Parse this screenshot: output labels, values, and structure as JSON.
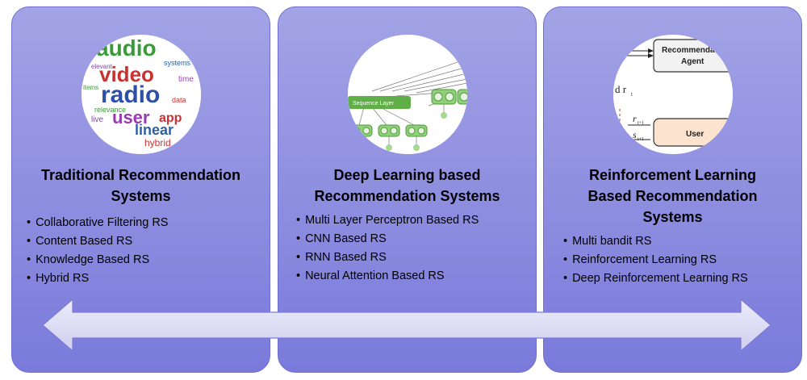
{
  "panels": [
    {
      "title_line1": "Traditional Recommendation",
      "title_line2": "Systems",
      "items": [
        "Collaborative Filtering RS",
        "Content Based RS",
        "Knowledge Based RS",
        "Hybrid RS"
      ],
      "image": {
        "word1": "audio",
        "word2": "video",
        "word3": "radio",
        "word4": "user",
        "word5": "app",
        "word6": "linear",
        "word7": "hybrid",
        "word8": "relevance",
        "word9": "items",
        "word10": "systems",
        "word11": "data",
        "word12": "live",
        "word13": "time",
        "word14": "elevant"
      }
    },
    {
      "title_line1": "Deep Learning based",
      "title_line2": "Recommendation Systems",
      "items": [
        "Multi Layer Perceptron Based RS",
        "CNN Based RS",
        "RNN Based RS",
        "Neural Attention Based RS"
      ],
      "image": {
        "label": "Sequence Layer"
      }
    },
    {
      "title_line1": "Reinforcement Learning",
      "title_line2": "Based Recommendation",
      "title_line3": "Systems",
      "items": [
        "Multi bandit RS",
        "Reinforcement Learning RS",
        "Deep Reinforcement Learning RS"
      ],
      "image": {
        "agent_line1": "Recommenda",
        "agent_line2": "Agent",
        "user_label": "User",
        "reward": "d r",
        "reward_sub": "t",
        "r_next": "r",
        "r_next_sub": "t+1",
        "s_next": "s",
        "s_next_sub": "t+1"
      }
    }
  ],
  "colors": {
    "panel": "#8d8de0",
    "arrow": "#dcdcf4",
    "node_green": "#5fae47"
  }
}
